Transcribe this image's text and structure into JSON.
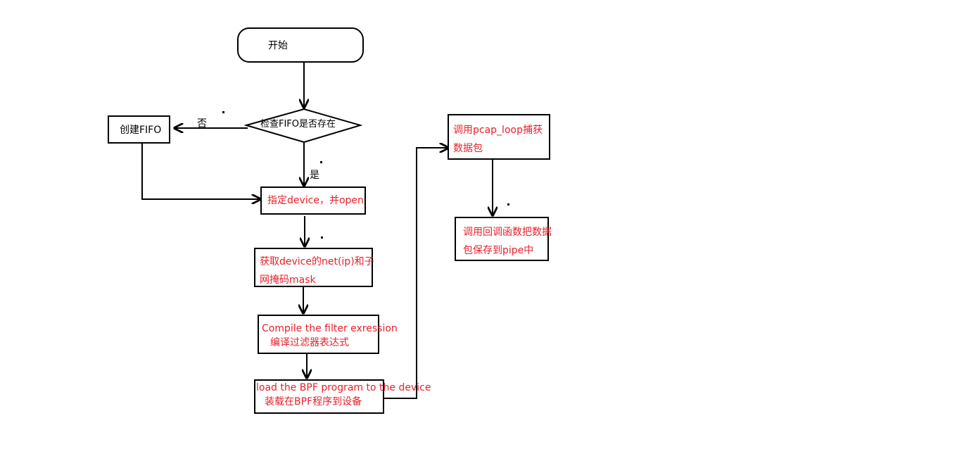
{
  "nodes": {
    "start": "开始",
    "check_fifo": "检查FIFO是否存在",
    "create_fifo": "创建FIFO",
    "open_device": "指定device，并open",
    "get_netmask_l1": "获取device的net(ip)和子",
    "get_netmask_l2": "网掩码mask",
    "compile_l1": "Compile the filter exression",
    "compile_l2": "编译过滤器表达式",
    "load_l1": "load the BPF program to the device",
    "load_l2": "装载在BPF程序到设备",
    "pcap_loop_l1": "调用pcap_loop捕获",
    "pcap_loop_l2": "数据包",
    "callback_l1": "调用回调函数把数据",
    "callback_l2": "包保存到pipe中"
  },
  "edge_labels": {
    "no": "否",
    "yes": "是"
  },
  "colors": {
    "step_text": "#e8202a",
    "stroke": "#000000"
  }
}
